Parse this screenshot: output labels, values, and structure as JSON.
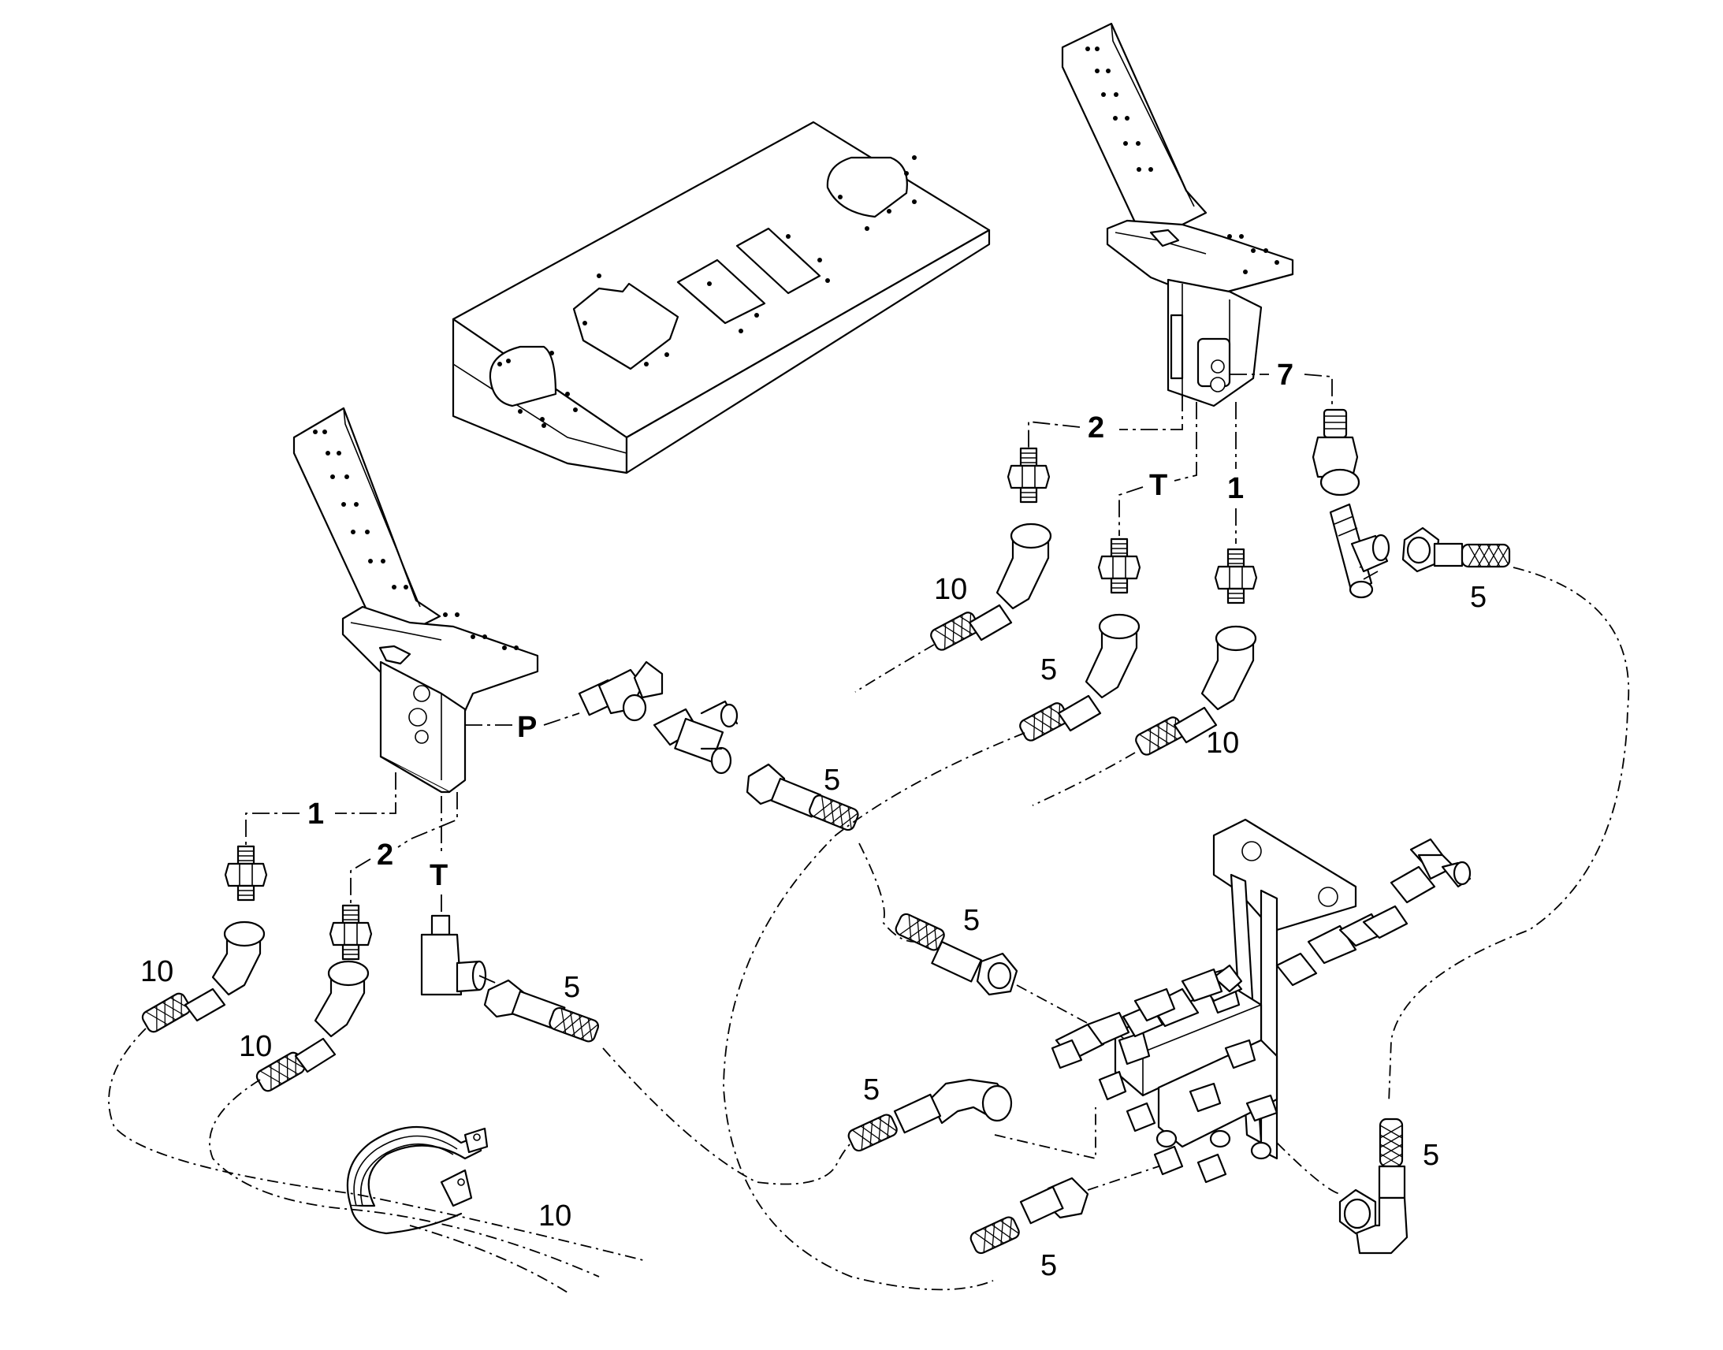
{
  "diagram": {
    "labels": {
      "left_pedal": {
        "p": "P",
        "one": "1",
        "two": "2",
        "t": "T"
      },
      "right_pedal": {
        "two": "2",
        "t": "T",
        "one": "1",
        "seven": "7"
      },
      "callouts": {
        "l_hose_10_a": "10",
        "l_hose_10_b": "10",
        "l_hose_5_t": "5",
        "p_hose_5": "5",
        "bundle_10": "10",
        "r_hose_10_a": "10",
        "r_hose_5_t": "5",
        "r_hose_10_b": "10",
        "r_hose_5_7": "5",
        "mid_hose_5": "5",
        "valve_hose_5_elbow": "5",
        "valve_hose_5_bottom": "5",
        "valve_hose_5_right": "5"
      }
    }
  }
}
